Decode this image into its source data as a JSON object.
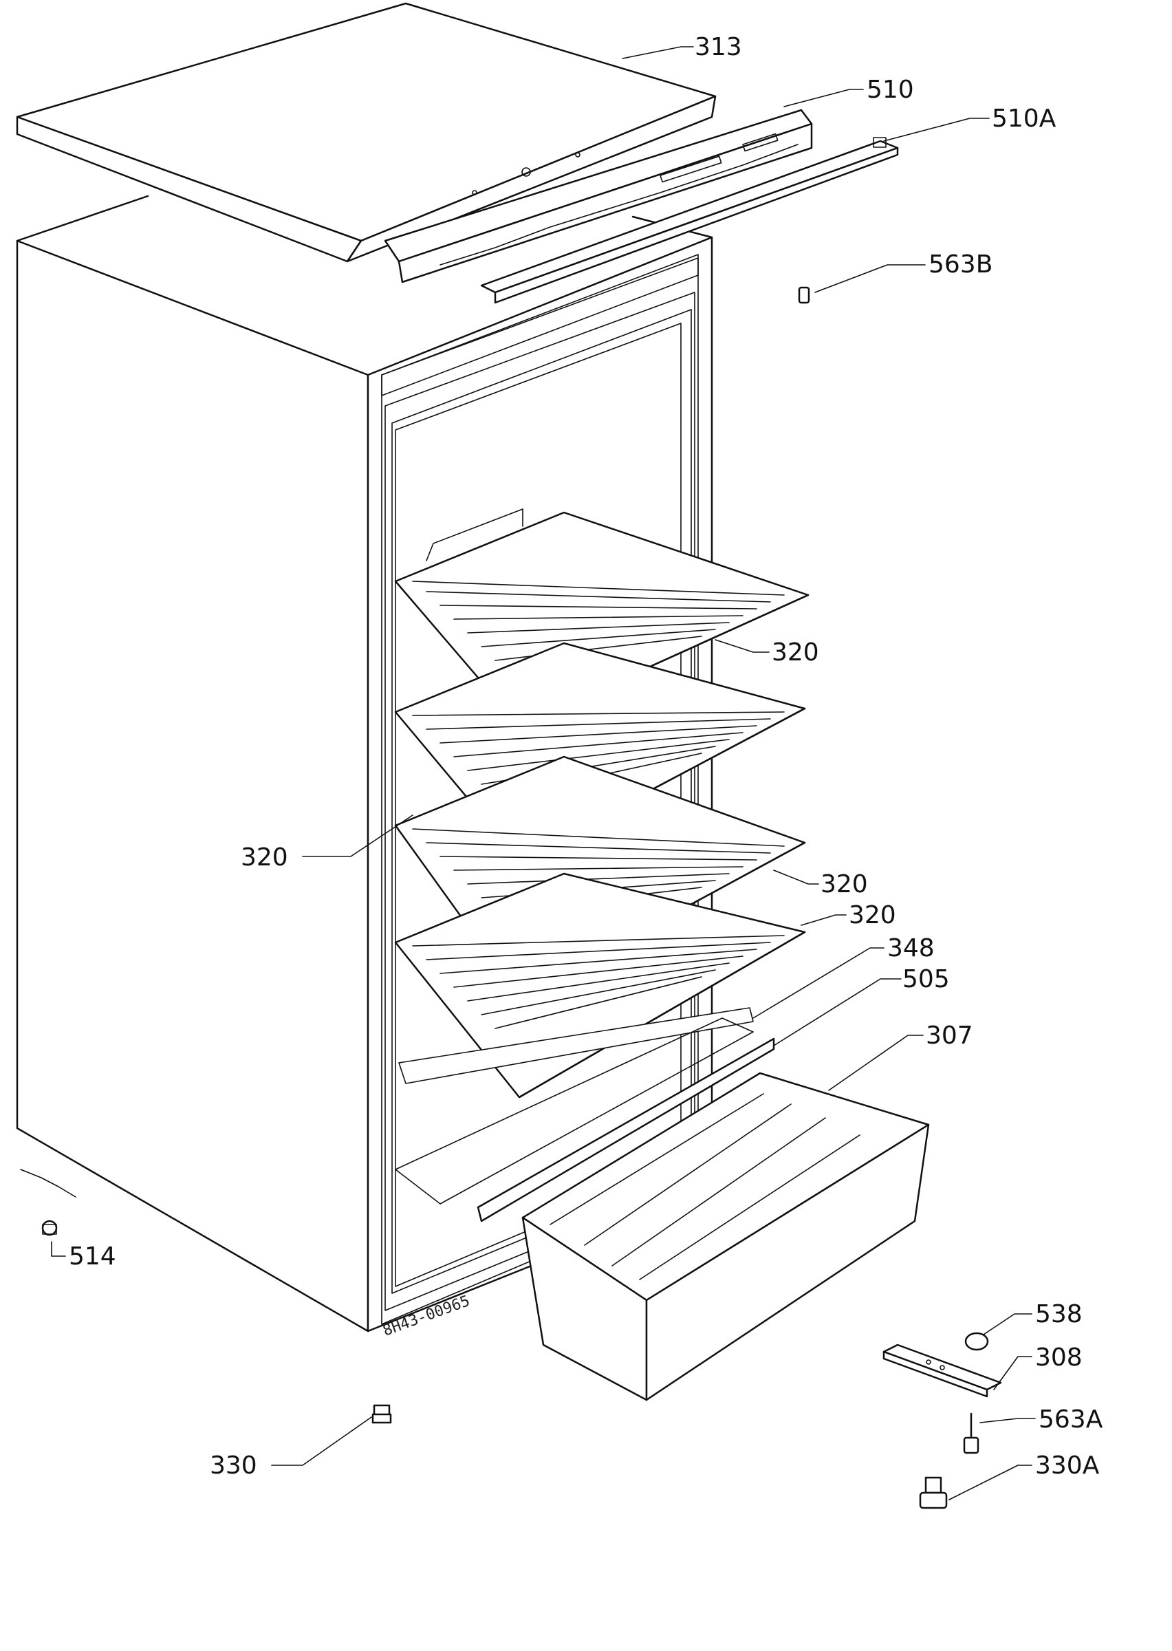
{
  "drawing_code": "8H43-00965",
  "callouts": [
    {
      "id": "313",
      "text": "313"
    },
    {
      "id": "510",
      "text": "510"
    },
    {
      "id": "510a",
      "text": "510A"
    },
    {
      "id": "563b",
      "text": "563B"
    },
    {
      "id": "320_1",
      "text": "320"
    },
    {
      "id": "320_2",
      "text": "320"
    },
    {
      "id": "320_3",
      "text": "320"
    },
    {
      "id": "320_4",
      "text": "320"
    },
    {
      "id": "348",
      "text": "348"
    },
    {
      "id": "505",
      "text": "505"
    },
    {
      "id": "307",
      "text": "307"
    },
    {
      "id": "514",
      "text": "514"
    },
    {
      "id": "538",
      "text": "538"
    },
    {
      "id": "308",
      "text": "308"
    },
    {
      "id": "563a",
      "text": "563A"
    },
    {
      "id": "330",
      "text": "330"
    },
    {
      "id": "330a",
      "text": "330A"
    }
  ]
}
